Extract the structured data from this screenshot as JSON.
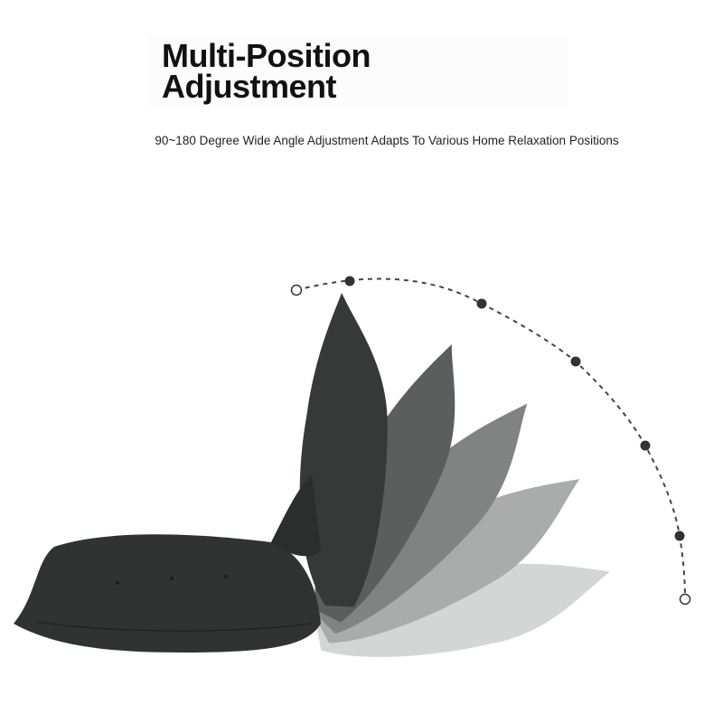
{
  "header": {
    "title_line1": "Multi-Position",
    "title_line2": "Adjustment",
    "subtitle": "90~180 Degree Wide Angle Adjustment Adapts To Various Home Relaxation Positions"
  },
  "illustration": {
    "product_color": "#2f3332",
    "arc_color": "#444444",
    "angle_range": "90~180"
  }
}
